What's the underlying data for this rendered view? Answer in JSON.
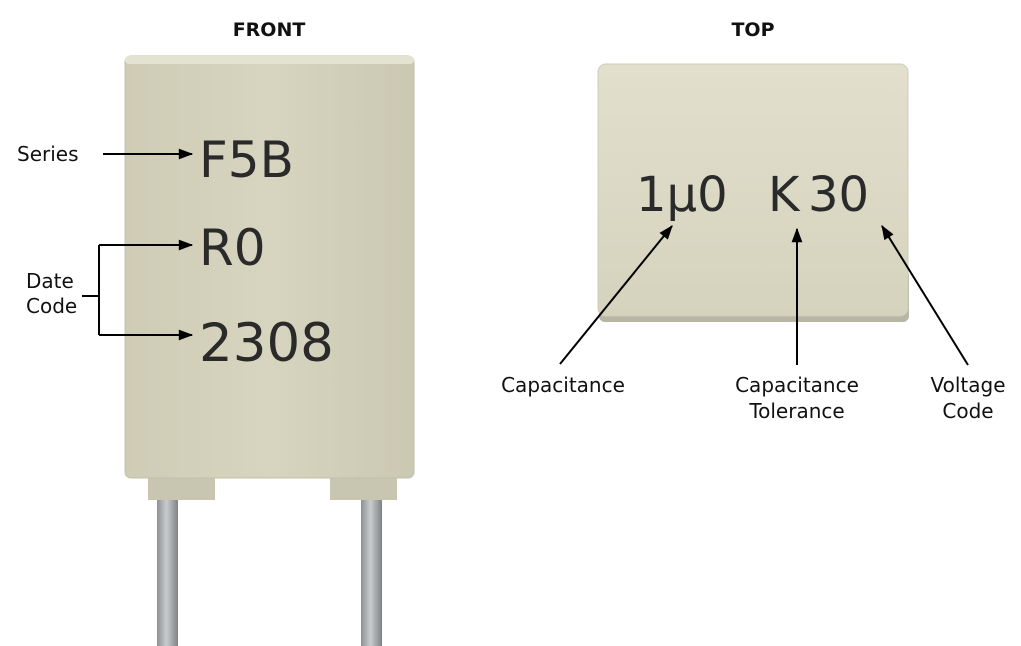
{
  "views": {
    "front": {
      "heading": "FRONT",
      "marking_lines": [
        "F5B",
        "R0",
        "2308"
      ]
    },
    "top": {
      "heading": "TOP",
      "marking": {
        "capacitance": "1µ0",
        "tolerance": "K",
        "voltage": "30"
      }
    }
  },
  "callouts": {
    "series": "Series",
    "date_code": [
      "Date",
      "Code"
    ],
    "capacitance": "Capacitance",
    "capacitance_tolerance": [
      "Capacitance",
      "Tolerance"
    ],
    "voltage_code": [
      "Voltage",
      "Code"
    ]
  },
  "colors": {
    "body_fill": "#d5d3bd",
    "body_edge": "#e7e6d6",
    "body_shadow": "#a9a796",
    "lead": "#a4a8aa",
    "ink": "#2a2a2a"
  }
}
